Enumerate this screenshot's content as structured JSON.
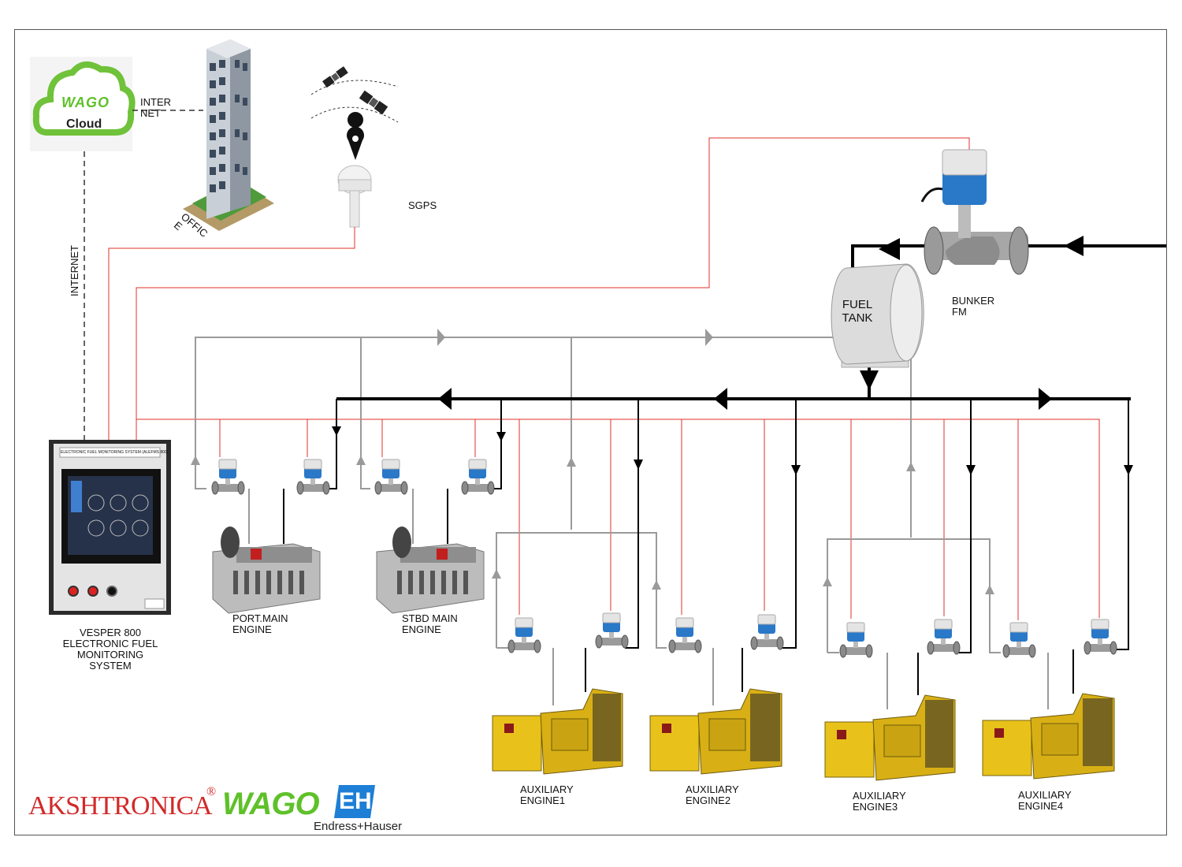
{
  "cloud": {
    "brand": "WAGO",
    "label": "Cloud"
  },
  "links": {
    "internet_horizontal": "INTER\nNET",
    "internet_vertical": "INTERNET"
  },
  "office": {
    "label": "OFFIC\nE"
  },
  "gps": {
    "label": "SGPS"
  },
  "bunker": {
    "label": "BUNKER\nFM"
  },
  "tank": {
    "label": "FUEL\nTANK"
  },
  "panel": {
    "header": "ELECTRONIC FUEL MONITORING SYSTEM (ALEFMS 800)",
    "label": "VESPER 800\nELECTRONIC FUEL\nMONITORING\nSYSTEM"
  },
  "engines": {
    "port_main": "PORT.MAIN\nENGINE",
    "stbd_main": "STBD MAIN\nENGINE",
    "aux": [
      "AUXILIARY\nENGINE1",
      "AUXILIARY\nENGINE2",
      "AUXILIARY\nENGINE3",
      "AUXILIARY\nENGINE4"
    ]
  },
  "logos": {
    "akshtronica": "AKSHTRONICA",
    "registered": "®",
    "wago": "WAGO",
    "eh_mark": "EH",
    "endress": "Endress+Hauser"
  },
  "colors": {
    "signal": "#e0322a",
    "supply": "#000000",
    "return": "#9a9a9a",
    "cloud_green": "#6fc23a",
    "wago_green": "#5fc12a",
    "eh_blue": "#1e7fd6",
    "genset_yellow": "#e8c21a",
    "meter_blue": "#2a78c8"
  },
  "icons": [
    "cloud-icon",
    "office-building-icon",
    "satellite-icon",
    "location-pin-icon",
    "gps-antenna-icon",
    "flowmeter-icon",
    "fuel-tank-icon",
    "main-engine-icon",
    "generator-icon",
    "control-panel-icon"
  ]
}
